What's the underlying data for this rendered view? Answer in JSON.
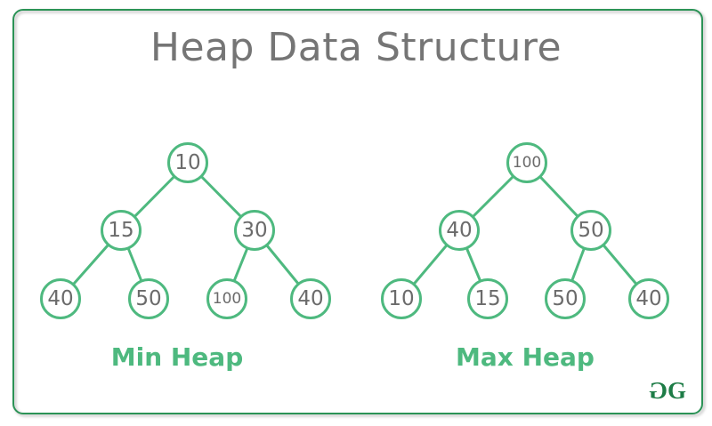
{
  "page": {
    "title": "Heap Data Structure"
  },
  "colors": {
    "frame_green": "#2b9356",
    "node_green": "#4eb97f",
    "node_text_gray": "#6b6b6b",
    "title_gray": "#757575",
    "logo_green": "#1d7c46"
  },
  "trees": [
    {
      "name": "min-heap",
      "label": "Min Heap",
      "nodes": [
        "10",
        "15",
        "30",
        "40",
        "50",
        "100",
        "40"
      ]
    },
    {
      "name": "max-heap",
      "label": "Max Heap",
      "nodes": [
        "100",
        "40",
        "50",
        "10",
        "15",
        "50",
        "40"
      ]
    }
  ],
  "logo": {
    "flipped_letter": "G",
    "letter": "G"
  }
}
